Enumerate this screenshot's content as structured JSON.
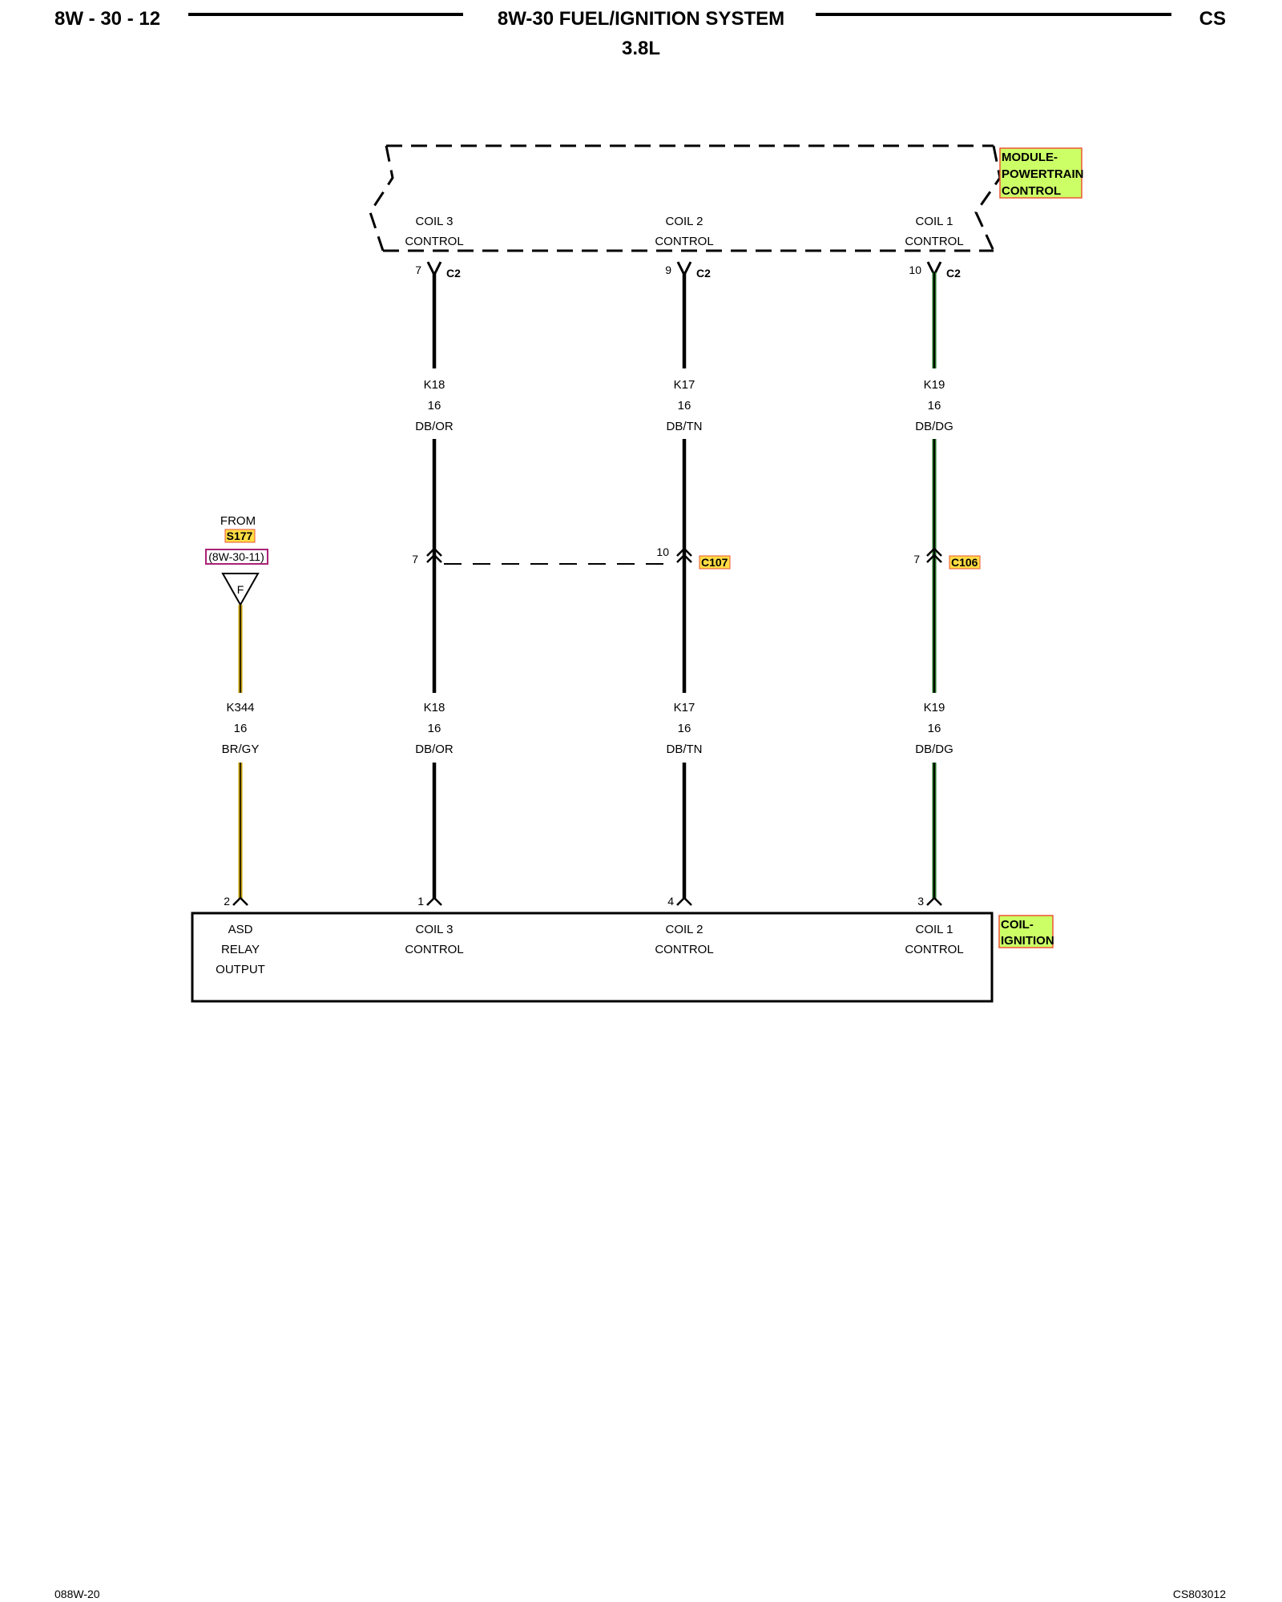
{
  "header": {
    "page_number": "8W - 30 - 12",
    "title": "8W-30 FUEL/IGNITION SYSTEM",
    "engine": "3.8L",
    "model": "CS"
  },
  "pcm": {
    "name_line1": "MODULE-",
    "name_line2": "POWERTRAIN",
    "name_line3": "CONTROL",
    "pins": [
      {
        "line1": "COIL 3",
        "line2": "CONTROL",
        "cavity": "7",
        "connector": "C2"
      },
      {
        "line1": "COIL 2",
        "line2": "CONTROL",
        "cavity": "9",
        "connector": "C2"
      },
      {
        "line1": "COIL 1",
        "line2": "CONTROL",
        "cavity": "10",
        "connector": "C2"
      }
    ]
  },
  "wires_upper": [
    {
      "circuit": "K18",
      "gauge": "16",
      "color": "DB/OR"
    },
    {
      "circuit": "K17",
      "gauge": "16",
      "color": "DB/TN"
    },
    {
      "circuit": "K19",
      "gauge": "16",
      "color": "DB/DG"
    }
  ],
  "inline_connectors": [
    {
      "cavity": "7"
    },
    {
      "cavity": "10",
      "connector": "C107"
    },
    {
      "cavity": "7",
      "connector": "C106"
    }
  ],
  "splice": {
    "from_label": "FROM",
    "splice_id": "S177",
    "page_ref": "(8W-30-11)",
    "letter": "F"
  },
  "wires_lower": [
    {
      "circuit": "K344",
      "gauge": "16",
      "color": "BR/GY"
    },
    {
      "circuit": "K18",
      "gauge": "16",
      "color": "DB/OR"
    },
    {
      "circuit": "K17",
      "gauge": "16",
      "color": "DB/TN"
    },
    {
      "circuit": "K19",
      "gauge": "16",
      "color": "DB/DG"
    }
  ],
  "coil": {
    "name_line1": "COIL-",
    "name_line2": "IGNITION",
    "pins": [
      {
        "cavity": "2",
        "line1": "ASD",
        "line2": "RELAY",
        "line3": "OUTPUT"
      },
      {
        "cavity": "1",
        "line1": "COIL 3",
        "line2": "CONTROL"
      },
      {
        "cavity": "4",
        "line1": "COIL 2",
        "line2": "CONTROL"
      },
      {
        "cavity": "3",
        "line1": "COIL 1",
        "line2": "CONTROL"
      }
    ]
  },
  "footer": {
    "left": "088W-20",
    "right": "CS803012"
  },
  "colors": {
    "highlight_green": "#ccff66",
    "highlight_yellow": "#ffdd44",
    "highlight_border": "#ee5533",
    "page_ref_border": "#aa2277",
    "wire_green": "#1e6e1e",
    "wire_yellow": "#c8a000"
  }
}
